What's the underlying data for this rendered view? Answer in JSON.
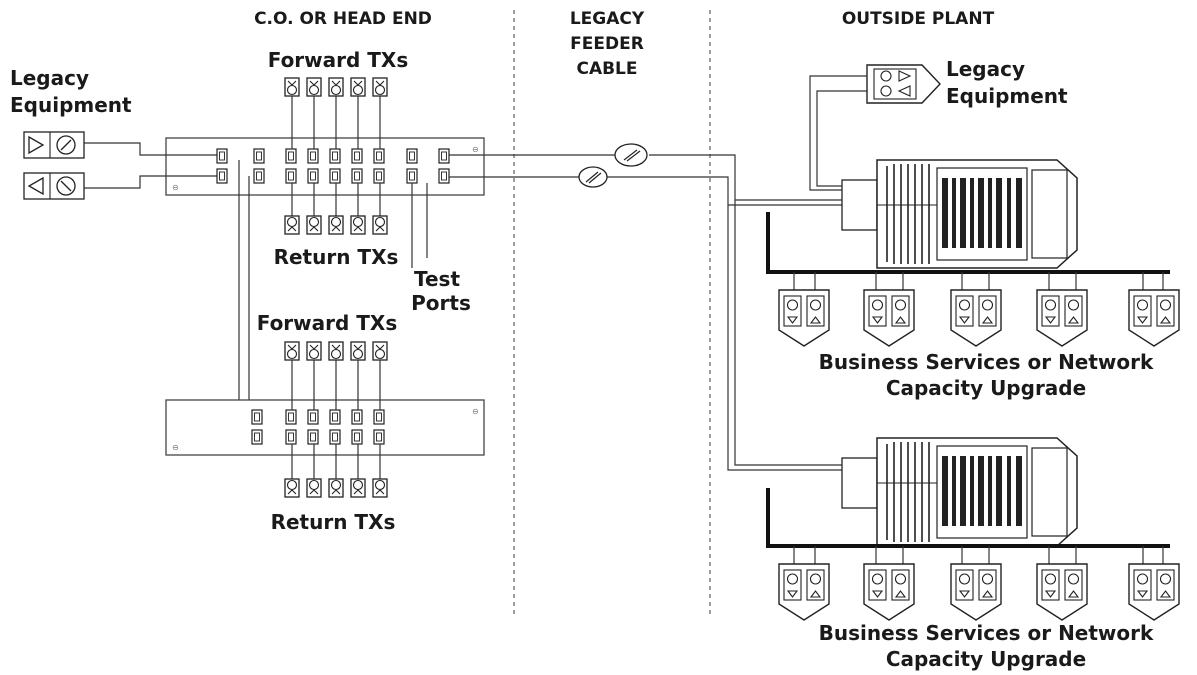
{
  "headers": {
    "co_head_end": "C.O. OR HEAD END",
    "legacy_feeder_line1": "LEGACY",
    "legacy_feeder_line2": "FEEDER",
    "legacy_feeder_line3": "CABLE",
    "outside_plant": "OUTSIDE PLANT"
  },
  "left": {
    "legacy_equipment_line1": "Legacy",
    "legacy_equipment_line2": "Equipment"
  },
  "upper_panel": {
    "forward_label": "Forward TXs",
    "return_label": "Return TXs",
    "test_ports_line1": "Test",
    "test_ports_line2": "Ports"
  },
  "lower_panel": {
    "forward_label": "Forward TXs",
    "return_label": "Return TXs"
  },
  "outside": {
    "legacy_equipment_line1": "Legacy",
    "legacy_equipment_line2": "Equipment",
    "upper_service_line1": "Business Services or Network",
    "upper_service_line2": "Capacity Upgrade",
    "lower_service_line1": "Business Services or Network",
    "lower_service_line2": "Capacity Upgrade"
  }
}
